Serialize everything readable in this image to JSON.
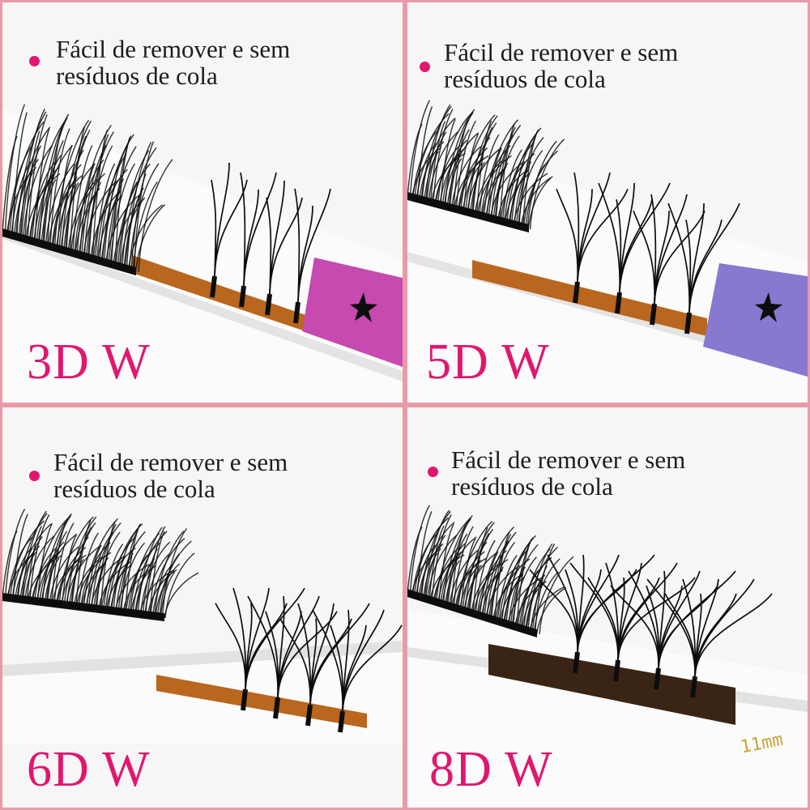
{
  "panels": [
    {
      "caption_line1": "Fácil de remover e sem",
      "caption_line2": "resíduos de cola",
      "label": "3D W",
      "tab_color": "#c64ab0",
      "has_star": true
    },
    {
      "caption_line1": "Fácil de remover e sem",
      "caption_line2": "resíduos de cola",
      "label": "5D W",
      "tab_color": "#8878cf",
      "has_star": true
    },
    {
      "caption_line1": "Fácil de remover e sem",
      "caption_line2": "resíduos de cola",
      "label": "6D W",
      "has_star": false
    },
    {
      "caption_line1": "Fácil de remover e sem",
      "caption_line2": "resíduos de cola",
      "label": "8D W",
      "length_text": "11mm",
      "has_star": false
    }
  ],
  "colors": {
    "frame": "#e99aa8",
    "accent": "#e0176e",
    "tape": "#b9661f",
    "lash": "#0d0d0d"
  }
}
